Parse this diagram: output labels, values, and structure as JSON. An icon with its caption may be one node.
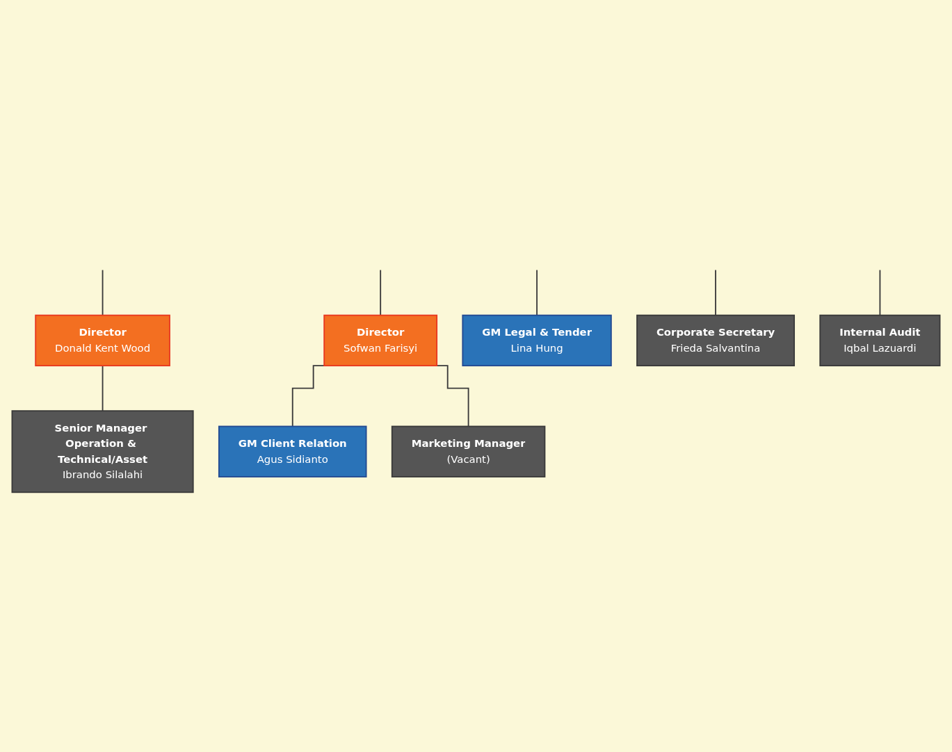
{
  "diagram": {
    "nodes": [
      {
        "text": [
          "Director",
          "Donald Kent Wood"
        ]
      },
      {
        "text": [
          "Director",
          "Sofwan Farisyi"
        ]
      },
      {
        "text": [
          "GM Client Relation",
          "Agus Sidianto"
        ]
      },
      {
        "text": [
          "GM Legal & Tender",
          "Lina Hung"
        ]
      },
      {
        "text": [
          "Senior Manager Operation & Technical/Asset",
          "Ibrando Silalahi"
        ]
      },
      {
        "text": [
          "Marketing Manager",
          "(Vacant)"
        ]
      },
      {
        "text": [
          "Corporate Secretary",
          "Frieda Salvantina"
        ]
      },
      {
        "text": [
          "Internal Audit",
          "Iqbal Lazuardi"
        ]
      }
    ],
    "edges": [
      {
        "from": null,
        "to": 0,
        "arrow": "none"
      },
      {
        "from": null,
        "to": 1,
        "arrow": "none"
      },
      {
        "from": null,
        "to": 3,
        "arrow": "none"
      },
      {
        "from": null,
        "to": 6,
        "arrow": "none"
      },
      {
        "from": null,
        "to": 7,
        "arrow": "none"
      },
      {
        "from": 0,
        "to": 4,
        "arrow": "none"
      },
      {
        "from": 1,
        "to": 2,
        "arrow": "none"
      },
      {
        "from": 1,
        "to": 5,
        "arrow": "none"
      }
    ]
  }
}
